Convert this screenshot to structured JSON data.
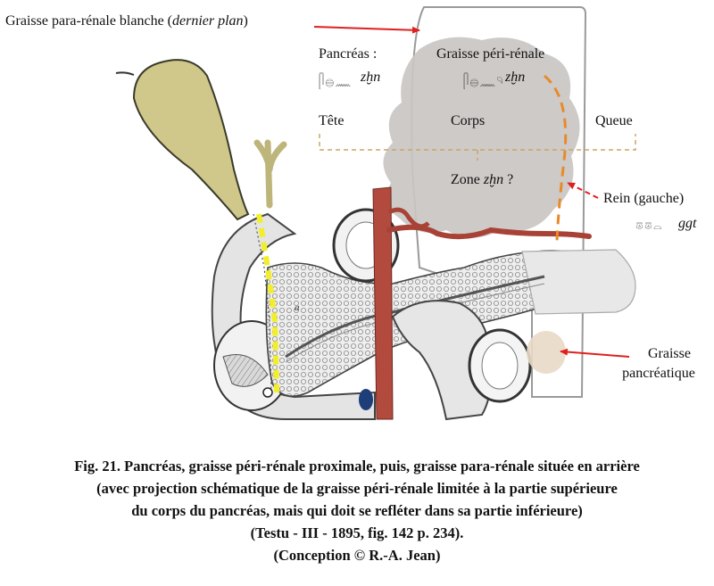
{
  "labels": {
    "para_renal_fat": "Graisse para-rénale blanche",
    "para_renal_fat_italic": "dernier plan",
    "pancreas": "Pancréas :",
    "pancreas_transliteration": "zḫn",
    "peri_renal_fat": "Graisse péri-rénale",
    "peri_renal_transliteration": "zḫn",
    "head": "Tête",
    "body": "Corps",
    "tail": "Queue",
    "zone": "Zone",
    "zone_transliteration": "zḫn",
    "zone_question": "?",
    "kidney": "Rein (gauche)",
    "kidney_transliteration": "ggt",
    "pancreatic_fat_line1": "Graisse",
    "pancreatic_fat_line2": "pancréatique",
    "figure_letter_a": "a"
  },
  "hieroglyphs": {
    "pancreas": "𓋴𓐍𓈖",
    "peri_renal": "𓋴𓐍𓈖𓄹",
    "kidney": "𓎼𓎼𓏏"
  },
  "caption": {
    "line1": "Fig. 21. Pancréas, graisse péri-rénale proximale, puis, graisse para-rénale située en arrière",
    "line2": "(avec projection schématique de la graisse péri-rénale limitée à la partie supérieure",
    "line3": "du corps du pancréas, mais qui doit se refléter dans sa partie inférieure)",
    "line4": "(Testu - III - 1895, fig. 142 p. 234).",
    "line5": "(Conception © R.-A. Jean)"
  },
  "colors": {
    "arrow_red": "#e02020",
    "dashed_orange": "#e88a2a",
    "bracket_tan": "#c8a865",
    "peri_renal_cloud": "#c9c6c3",
    "gallbladder": "#cfc88a",
    "aorta": "#b24a3e",
    "bile_duct_yellow": "#f2ee2a"
  }
}
